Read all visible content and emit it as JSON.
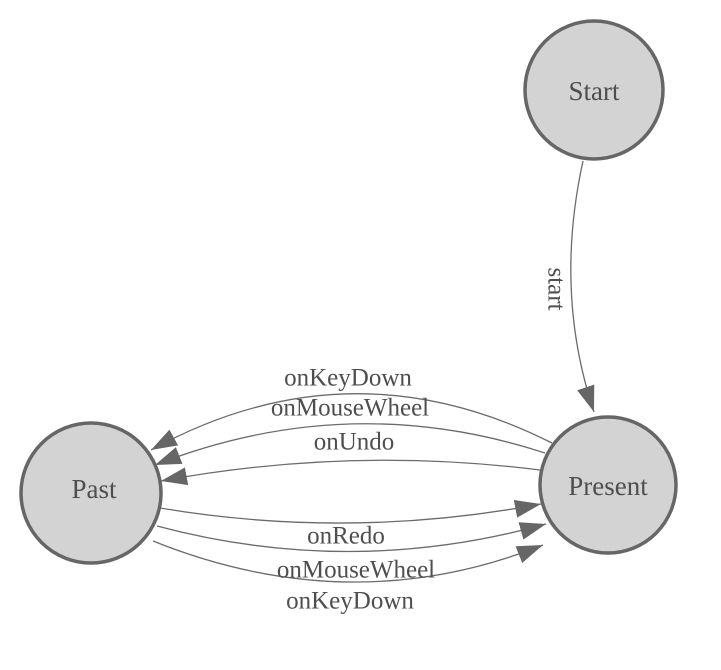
{
  "diagram": {
    "background": "#ffffff",
    "colors": {
      "node_fill": "#d3d3d3",
      "node_border": "#666666",
      "edge": "#6b6b6b",
      "label": "#4e4e4e"
    },
    "nodes": [
      {
        "id": "start",
        "label": "Start"
      },
      {
        "id": "present",
        "label": "Present"
      },
      {
        "id": "past",
        "label": "Past"
      }
    ],
    "edges": [
      {
        "from": "start",
        "to": "present",
        "label": "start"
      },
      {
        "from": "present",
        "to": "past",
        "label": "onKeyDown"
      },
      {
        "from": "present",
        "to": "past",
        "label": "onMouseWheel"
      },
      {
        "from": "present",
        "to": "past",
        "label": "onUndo"
      },
      {
        "from": "past",
        "to": "present",
        "label": "onRedo"
      },
      {
        "from": "past",
        "to": "present",
        "label": "onMouseWheel"
      },
      {
        "from": "past",
        "to": "present",
        "label": "onKeyDown"
      }
    ]
  }
}
